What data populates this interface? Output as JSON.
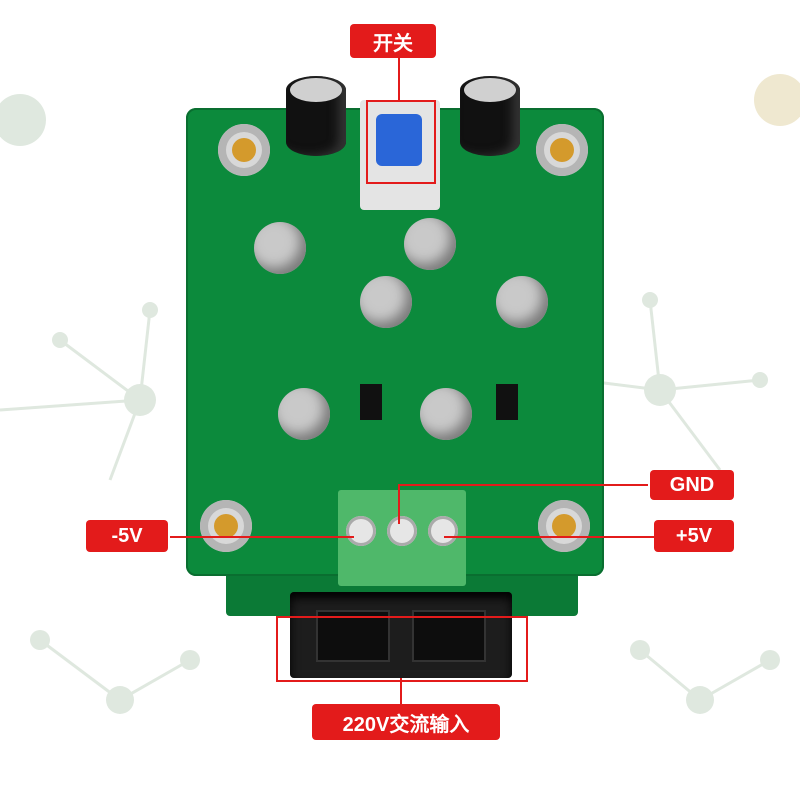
{
  "labels": {
    "switch": "开关",
    "gnd": "GND",
    "minus5v": "-5V",
    "plus5v": "+5V",
    "ac_input": "220V交流输入"
  },
  "colors": {
    "accent": "#e31b1b",
    "pcb": "#0c8a3c"
  }
}
